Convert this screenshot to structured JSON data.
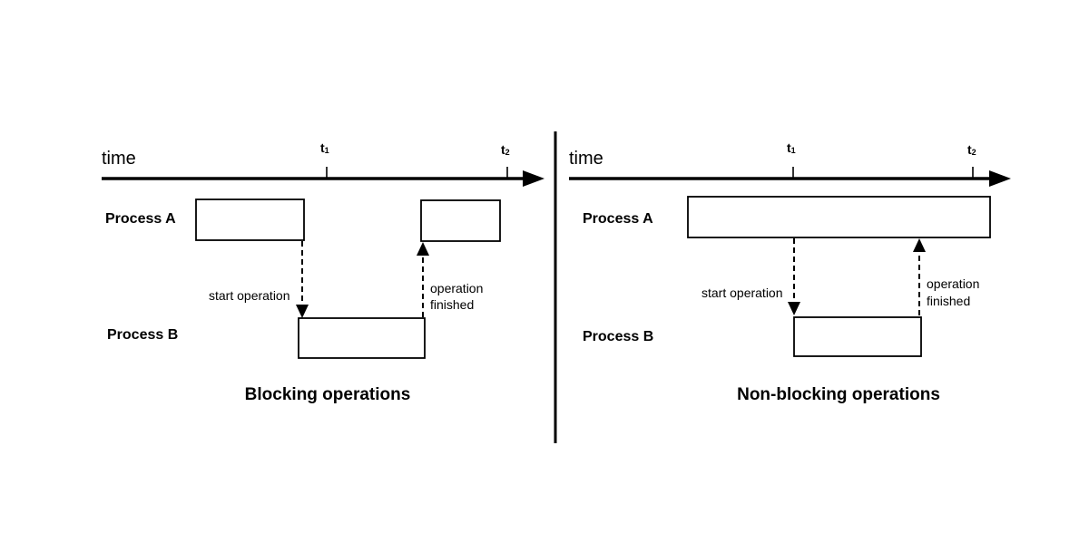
{
  "left": {
    "time_label": "time",
    "t1_label": "t",
    "t1_sub": "1",
    "t2_label": "t",
    "t2_sub": "2",
    "process_a_label": "Process A",
    "process_b_label": "Process B",
    "start_label": "start operation",
    "finished_line1": "operation",
    "finished_line2": "finished",
    "title": "Blocking operations"
  },
  "right": {
    "time_label": "time",
    "t1_label": "t",
    "t1_sub": "1",
    "t2_label": "t",
    "t2_sub": "2",
    "process_a_label": "Process A",
    "process_b_label": "Process B",
    "start_label": "start operation",
    "finished_line1": "operation",
    "finished_line2": "finished",
    "title": "Non-blocking operations"
  }
}
